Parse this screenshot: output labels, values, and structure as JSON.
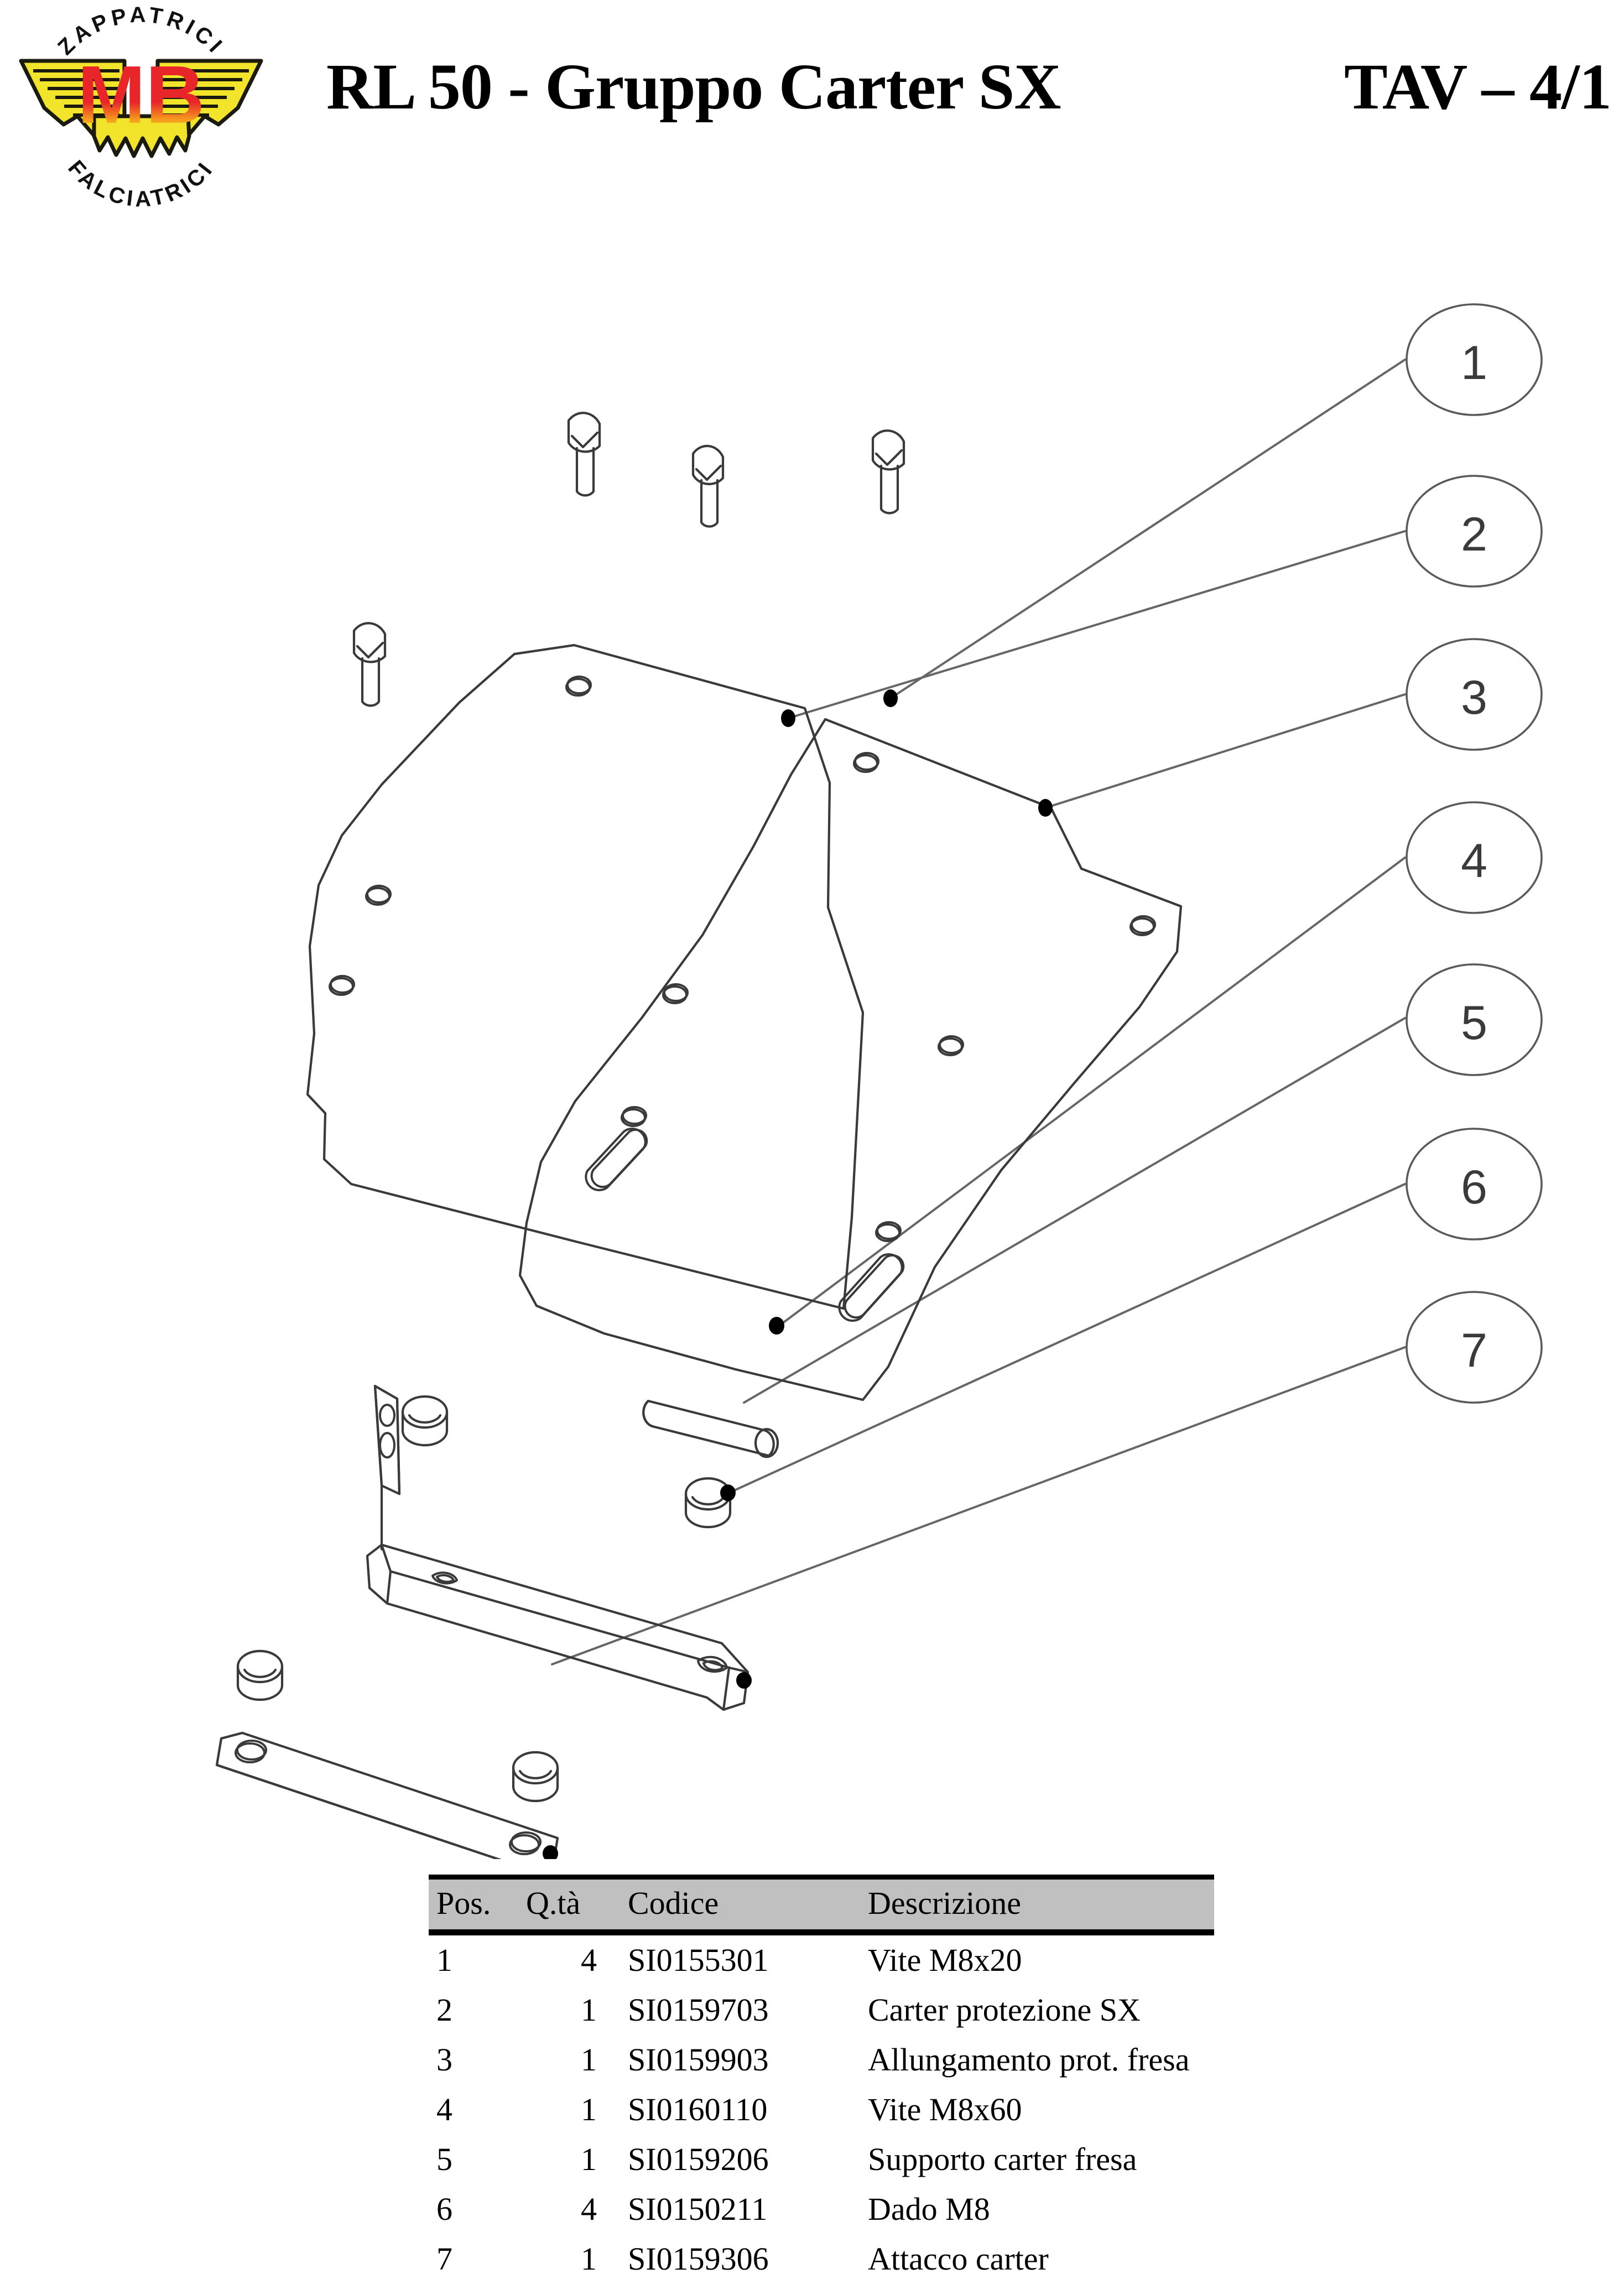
{
  "header": {
    "title": "RL 50 - Gruppo Carter SX",
    "tav": "TAV – 4/1",
    "logo": {
      "brand": "MB",
      "top_arc_text": "ZAPPATRICI",
      "bottom_arc_text": "FALCIATRICI",
      "colors": {
        "wing_yellow": "#f2e42a",
        "letter_red": "#e8262a",
        "outline_black": "#1a1a0e"
      }
    }
  },
  "callouts": [
    {
      "number": "1"
    },
    {
      "number": "2"
    },
    {
      "number": "3"
    },
    {
      "number": "4"
    },
    {
      "number": "5"
    },
    {
      "number": "6"
    },
    {
      "number": "7"
    }
  ],
  "table": {
    "columns": [
      "Pos.",
      "Q.tà",
      "Codice",
      "Descrizione"
    ],
    "rows": [
      {
        "pos": "1",
        "qta": "4",
        "codice": "SI0155301",
        "descrizione": "Vite M8x20"
      },
      {
        "pos": "2",
        "qta": "1",
        "codice": "SI0159703",
        "descrizione": "Carter protezione SX"
      },
      {
        "pos": "3",
        "qta": "1",
        "codice": "SI0159903",
        "descrizione": "Allungamento prot. fresa"
      },
      {
        "pos": "4",
        "qta": "1",
        "codice": "SI0160110",
        "descrizione": "Vite M8x60"
      },
      {
        "pos": "5",
        "qta": "1",
        "codice": "SI0159206",
        "descrizione": "Supporto carter fresa"
      },
      {
        "pos": "6",
        "qta": "4",
        "codice": "SI0150211",
        "descrizione": "Dado M8"
      },
      {
        "pos": "7",
        "qta": "1",
        "codice": "SI0159306",
        "descrizione": "Attacco carter"
      }
    ],
    "header_fill": "#c0c0c0"
  },
  "drawing": {
    "line_color": "#3a3a3a",
    "balloon_stroke": "#555555",
    "parts": [
      {
        "name": "vite-m8x20-bolt",
        "count": 4
      },
      {
        "name": "carter-protezione-sx-plate",
        "count": 1
      },
      {
        "name": "allungamento-prot-fresa-plate",
        "count": 1
      },
      {
        "name": "vite-m8x60-bolt",
        "count": 1
      },
      {
        "name": "supporto-carter-fresa-bracket",
        "count": 1
      },
      {
        "name": "dado-m8-nut",
        "count": 4
      },
      {
        "name": "attacco-carter-bar",
        "count": 1
      }
    ]
  }
}
